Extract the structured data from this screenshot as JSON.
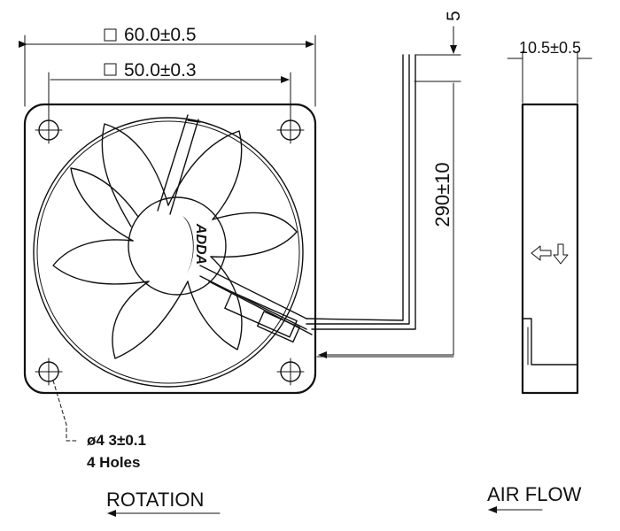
{
  "front_view": {
    "outer_dimension": "60.0±0.5",
    "hole_spacing_dimension": "50.0±0.3",
    "logo_text": "ADDA",
    "hole_note_diameter": "ø4 3±0.1",
    "hole_note_count": "4 Holes",
    "rotation_label": "ROTATION"
  },
  "lead_wire": {
    "length_dimension": "290±10",
    "strip_dimension": "5"
  },
  "side_view": {
    "thickness_dimension": "10.5±0.5",
    "airflow_label": "AIR FLOW"
  }
}
